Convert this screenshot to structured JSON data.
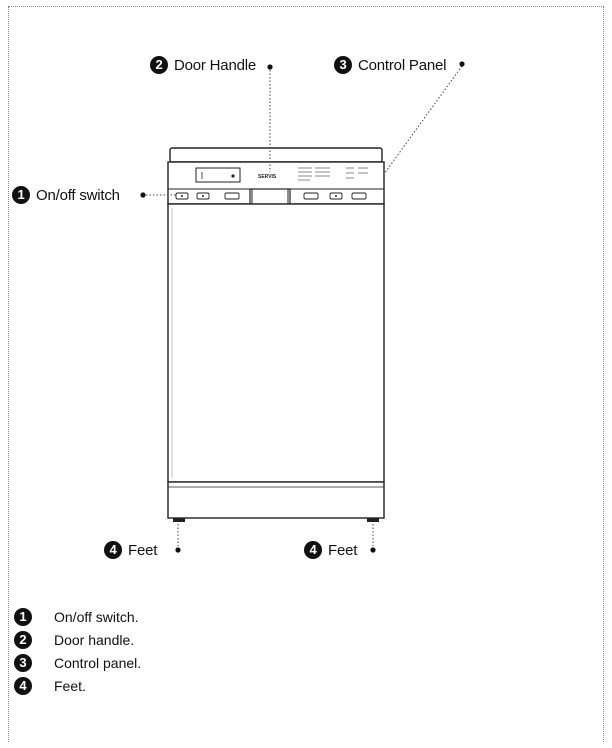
{
  "callouts": {
    "door_handle": {
      "number": "2",
      "label": "Door Handle"
    },
    "control_panel": {
      "number": "3",
      "label": "Control Panel"
    },
    "on_off": {
      "number": "1",
      "label": "On/off switch"
    },
    "feet_left": {
      "number": "4",
      "label": "Feet"
    },
    "feet_right": {
      "number": "4",
      "label": "Feet"
    }
  },
  "appliance": {
    "brand": "SERVIS"
  },
  "legend": [
    {
      "number": "1",
      "text": "On/off switch."
    },
    {
      "number": "2",
      "text": "Door handle."
    },
    {
      "number": "3",
      "text": "Control panel."
    },
    {
      "number": "4",
      "text": "Feet."
    }
  ]
}
